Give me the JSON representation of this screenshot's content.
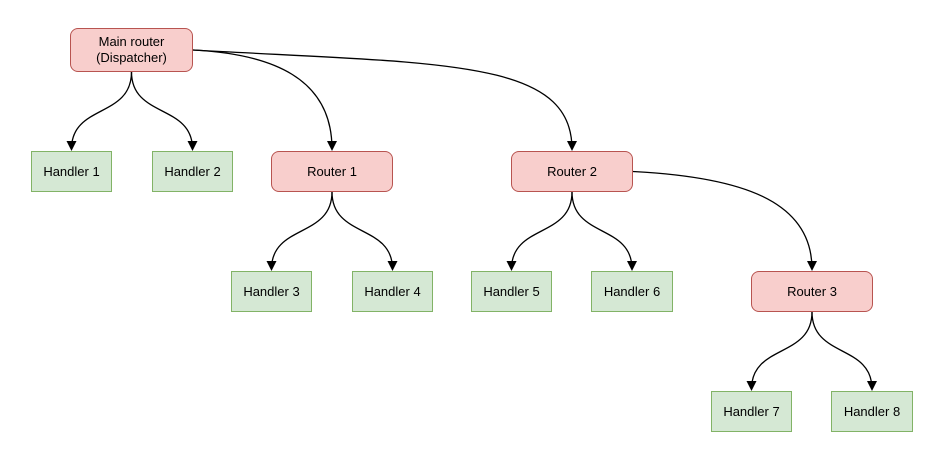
{
  "diagram": {
    "type": "tree-diagram",
    "colors": {
      "background": "#ffffff",
      "router_fill": "#f8cecc",
      "router_border": "#b85450",
      "handler_fill": "#d5e8d4",
      "handler_border": "#82b366",
      "edge": "#000000",
      "text": "#000000"
    },
    "nodes": [
      {
        "id": "main-router",
        "type": "router",
        "label": "Main router\n(Dispatcher)"
      },
      {
        "id": "handler-1",
        "type": "handler",
        "label": "Handler 1"
      },
      {
        "id": "handler-2",
        "type": "handler",
        "label": "Handler 2"
      },
      {
        "id": "router-1",
        "type": "router",
        "label": "Router 1"
      },
      {
        "id": "router-2",
        "type": "router",
        "label": "Router 2"
      },
      {
        "id": "handler-3",
        "type": "handler",
        "label": "Handler 3"
      },
      {
        "id": "handler-4",
        "type": "handler",
        "label": "Handler 4"
      },
      {
        "id": "handler-5",
        "type": "handler",
        "label": "Handler 5"
      },
      {
        "id": "handler-6",
        "type": "handler",
        "label": "Handler 6"
      },
      {
        "id": "router-3",
        "type": "router",
        "label": "Router 3"
      },
      {
        "id": "handler-7",
        "type": "handler",
        "label": "Handler 7"
      },
      {
        "id": "handler-8",
        "type": "handler",
        "label": "Handler 8"
      }
    ],
    "edges": [
      {
        "from": "main-router",
        "to": "handler-1",
        "from_side": "bottom",
        "to_side": "top"
      },
      {
        "from": "main-router",
        "to": "handler-2",
        "from_side": "bottom",
        "to_side": "top"
      },
      {
        "from": "main-router",
        "to": "router-1",
        "from_side": "right",
        "to_side": "top"
      },
      {
        "from": "main-router",
        "to": "router-2",
        "from_side": "right",
        "to_side": "top"
      },
      {
        "from": "router-1",
        "to": "handler-3",
        "from_side": "bottom",
        "to_side": "top"
      },
      {
        "from": "router-1",
        "to": "handler-4",
        "from_side": "bottom",
        "to_side": "top"
      },
      {
        "from": "router-2",
        "to": "handler-5",
        "from_side": "bottom",
        "to_side": "top"
      },
      {
        "from": "router-2",
        "to": "handler-6",
        "from_side": "bottom",
        "to_side": "top"
      },
      {
        "from": "router-2",
        "to": "router-3",
        "from_side": "right",
        "to_side": "top"
      },
      {
        "from": "router-3",
        "to": "handler-7",
        "from_side": "bottom",
        "to_side": "top"
      },
      {
        "from": "router-3",
        "to": "handler-8",
        "from_side": "bottom",
        "to_side": "top"
      }
    ]
  }
}
